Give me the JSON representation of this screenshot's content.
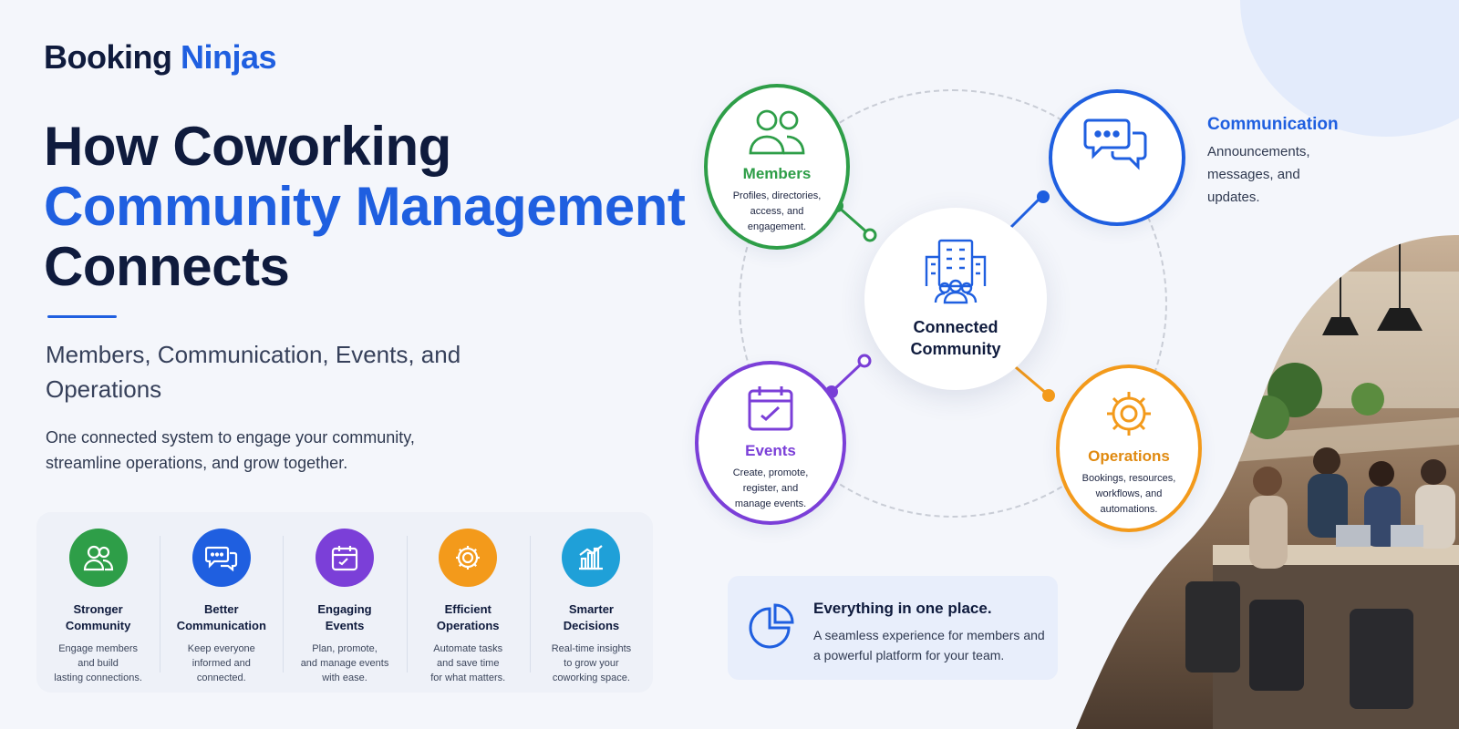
{
  "brand": {
    "part1": "Booking",
    "part2": "Ninjas"
  },
  "headline": {
    "line1": "How Coworking",
    "line2": "Community Management",
    "line3": "Connects"
  },
  "subhead": "Members, Communication, Events, and Operations",
  "description": "One connected system to engage your community, streamline operations, and grow together.",
  "benefits": [
    {
      "icon": "users-icon",
      "color": "#2e9e48",
      "title_line1": "Stronger",
      "title_line2": "Community",
      "text": [
        "Engage members",
        "and build",
        "lasting connections."
      ]
    },
    {
      "icon": "chat-icon",
      "color": "#1f5fe0",
      "title_line1": "Better",
      "title_line2": "Communication",
      "text": [
        "Keep everyone",
        "informed and",
        "connected."
      ]
    },
    {
      "icon": "calendar-icon",
      "color": "#7b3fd8",
      "title_line1": "Engaging",
      "title_line2": "Events",
      "text": [
        "Plan, promote,",
        "and manage events",
        "with ease."
      ]
    },
    {
      "icon": "gear-icon",
      "color": "#f39a1b",
      "title_line1": "Efficient",
      "title_line2": "Operations",
      "text": [
        "Automate tasks",
        "and save time",
        "for what matters."
      ]
    },
    {
      "icon": "chart-icon",
      "color": "#1fa0d8",
      "title_line1": "Smarter",
      "title_line2": "Decisions",
      "text": [
        "Real-time insights",
        "to grow your",
        "coworking space."
      ]
    }
  ],
  "hub": {
    "center": {
      "line1": "Connected",
      "line2": "Community"
    },
    "members": {
      "title": "Members",
      "text": [
        "Profiles, directories,",
        "access, and",
        "engagement."
      ]
    },
    "communication": {
      "title": "Communication",
      "text": [
        "Announcements,",
        "messages, and",
        "updates."
      ]
    },
    "events": {
      "title": "Events",
      "text": [
        "Create, promote,",
        "register, and",
        "manage events."
      ]
    },
    "operations": {
      "title": "Operations",
      "text": [
        "Bookings, resources,",
        "workflows, and",
        "automations."
      ]
    }
  },
  "callout": {
    "title": "Everything in one place.",
    "text": "A seamless experience for members and a powerful platform for your team."
  },
  "colors": {
    "primary": "#1f5fe0",
    "navy": "#0f1b3d",
    "green": "#2e9e48",
    "purple": "#7b3fd8",
    "orange": "#f39a1b",
    "cyan": "#1fa0d8"
  }
}
